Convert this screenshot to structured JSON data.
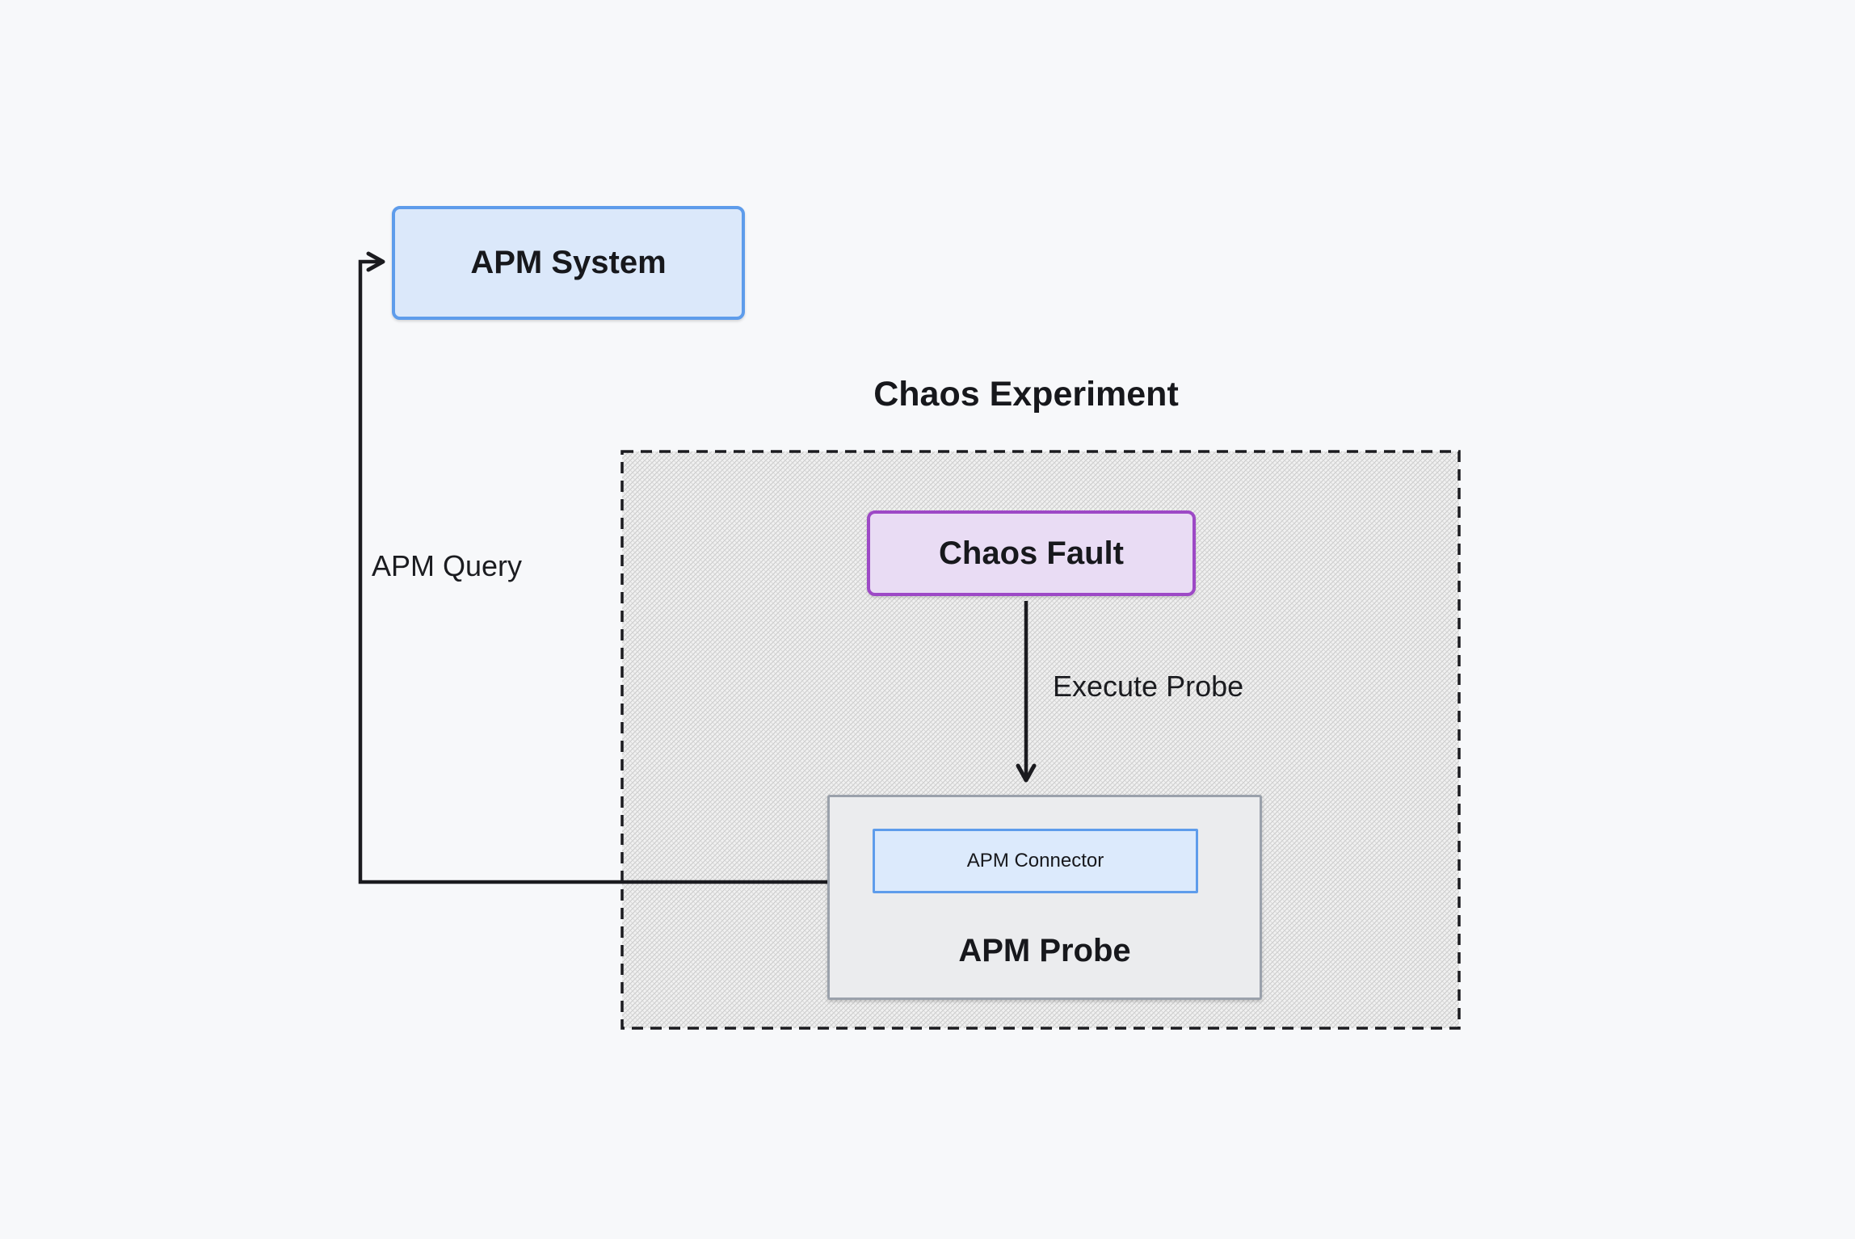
{
  "diagram": {
    "title": "Chaos Experiment",
    "nodes": {
      "apm_system": {
        "label": "APM System"
      },
      "chaos_fault": {
        "label": "Chaos Fault"
      },
      "apm_probe": {
        "label": "APM Probe"
      },
      "apm_connector": {
        "label": "APM Connector"
      }
    },
    "edges": {
      "apm_query": {
        "label": "APM Query",
        "from": "apm_connector",
        "to": "apm_system"
      },
      "execute_probe": {
        "label": "Execute Probe",
        "from": "chaos_fault",
        "to": "apm_probe"
      }
    },
    "colors": {
      "background": "#f7f8fa",
      "blue_node_fill": "#dbe8fa",
      "blue_node_border": "#5e9ceb",
      "purple_node_fill": "#e9dcf4",
      "purple_node_border": "#9d49c6",
      "gray_node_fill": "#ebecee",
      "gray_node_border": "#9aa1ab",
      "hatch_fill": "#f1f1f1",
      "hatch_line": "#c8c8c8",
      "edge_stroke": "#1b1b1f",
      "text": "#17181c"
    }
  }
}
